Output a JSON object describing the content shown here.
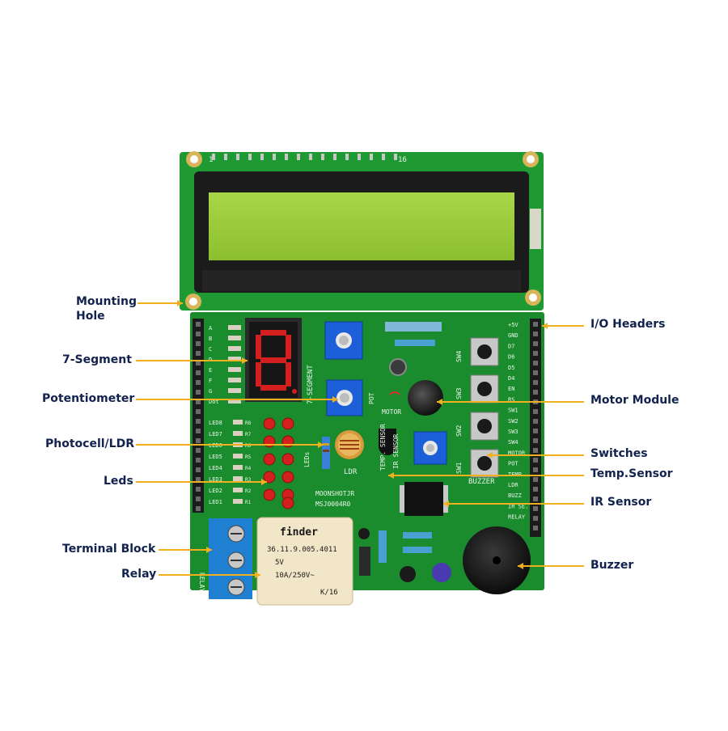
{
  "callouts": {
    "mounting_hole": "Mounting\nHole",
    "seven_segment": "7-Segment",
    "potentiometer": "Potentiometer",
    "photocell_ldr": "Photocell/LDR",
    "leds": "Leds",
    "terminal_block": "Terminal Block",
    "relay": "Relay",
    "io_headers": "I/O Headers",
    "motor_module": "Motor Module",
    "switches": "Switches",
    "temp_sensor": "Temp.Sensor",
    "ir_sensor": "IR Sensor",
    "buzzer": "Buzzer"
  },
  "silkscreen": {
    "lcd_pin1": "1",
    "lcd_pin16": "16",
    "seg_rows": [
      "A",
      "B",
      "C",
      "D",
      "E",
      "F",
      "G",
      "Dot"
    ],
    "seven_segment": "7-SEGMENT",
    "pot": "POT",
    "ldr": "LDR",
    "leds_vertical": "LEDs",
    "led_rows": [
      "LED8",
      "LED7",
      "LED6",
      "LED5",
      "LED4",
      "LED3",
      "LED2",
      "LED1"
    ],
    "resistor_rows": [
      "R8",
      "R7",
      "R6",
      "R5",
      "R4",
      "R3",
      "R2",
      "R1"
    ],
    "board_name": "MOONSHOTJR",
    "board_code": "MSJ0004R0",
    "temp_sensor": "TEMP. SENSOR",
    "ir_sensor": "IR SENSOR",
    "motor": "MOTOR",
    "buzzer": "BUZZER",
    "relay": "RELAY",
    "switches": [
      "SW4",
      "SW3",
      "SW2",
      "SW1"
    ],
    "io_pins": [
      "+5V",
      "GND",
      "D7",
      "D6",
      "D5",
      "D4",
      "EN",
      "RS",
      "SW1",
      "SW2",
      "SW3",
      "SW4",
      "MOTOR",
      "POT",
      "TEMP.",
      "LDR",
      "BUZZ",
      "IR SE.",
      "RELAY"
    ]
  },
  "relay_label": {
    "brand": "finder",
    "part": "36.11.9.005.4011",
    "coil": "5V",
    "rating": "10A/250V~",
    "code": "K/16"
  },
  "colors": {
    "pcb_green": "#1a8c2e",
    "lcd_green": "#9ccc3c",
    "callout_line": "#f2b01e",
    "callout_text": "#12224f",
    "terminal_blue": "#1f7fd0",
    "led_red": "#d41f1f",
    "pot_blue": "#1c5fd8"
  }
}
